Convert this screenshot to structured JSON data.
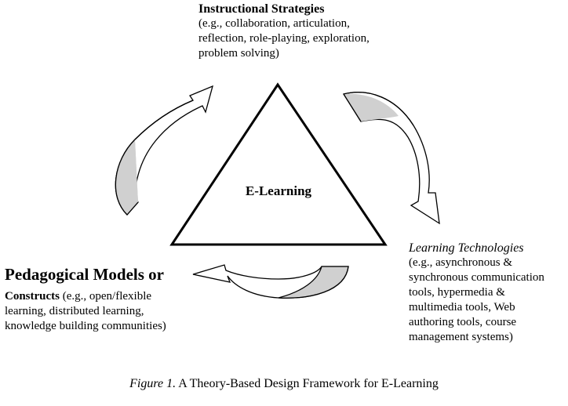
{
  "instructional_strategies": {
    "heading": "Instructional Strategies",
    "lines": [
      "(e.g., collaboration, articulation,",
      "reflection, role-playing, exploration,",
      "problem solving)"
    ]
  },
  "learning_technologies": {
    "heading": "Learning Technologies",
    "lines": [
      "(e.g., asynchronous &",
      "synchronous communication",
      "tools, hypermedia &",
      "multimedia tools, Web",
      "authoring tools, course",
      "management systems)"
    ]
  },
  "pedagogical_models": {
    "heading": "Pedagogical Models or",
    "subheading": "Constructs",
    "first_line_rest": " (e.g., open/flexible",
    "lines": [
      "learning, distributed learning,",
      "knowledge building communities)"
    ]
  },
  "center": {
    "label": "E-Learning"
  },
  "caption": {
    "figure_label": "Figure 1.",
    "text": " A Theory-Based Design Framework for E-Learning"
  },
  "colors": {
    "arrow_fill": "#d0d0d0",
    "stroke": "#000000",
    "background": "#ffffff"
  }
}
